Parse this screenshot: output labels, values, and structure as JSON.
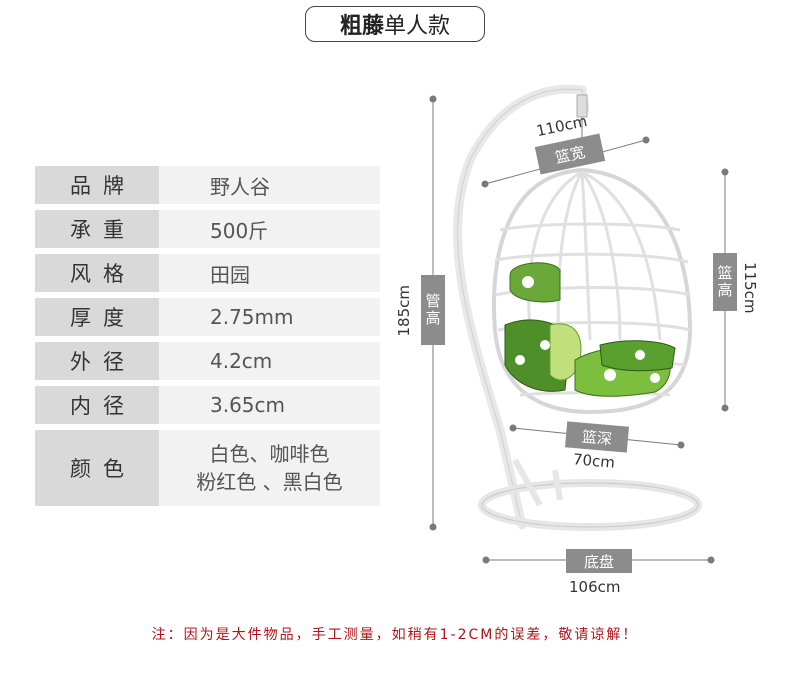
{
  "title": {
    "bold": "粗藤",
    "normal": "单人款"
  },
  "specs": [
    {
      "label": "品牌",
      "value": "野人谷"
    },
    {
      "label": "承重",
      "value": "500斤"
    },
    {
      "label": "风格",
      "value": "田园"
    },
    {
      "label": "厚度",
      "value": "2.75mm"
    },
    {
      "label": "外径",
      "value": "4.2cm"
    },
    {
      "label": "内径",
      "value": "3.65cm"
    },
    {
      "label": "颜色",
      "value_line1": "白色、咖啡色",
      "value_line2": "粉红色 、黑白色"
    }
  ],
  "dimensions": {
    "basket_width": {
      "label": "篮宽",
      "value": "110cm"
    },
    "pipe_height": {
      "label": "管高",
      "value": "185cm"
    },
    "basket_height": {
      "label": "篮高",
      "value": "115cm"
    },
    "basket_depth": {
      "label": "篮深",
      "value": "70cm"
    },
    "base": {
      "label": "底盘",
      "value": "106cm"
    }
  },
  "note": "注：因为是大件物品，手工测量，如稍有1-2CM的误差，敬请谅解！",
  "colors": {
    "label_bg": "#d9d9d9",
    "value_bg": "#f2f2f2",
    "dim_label_bg": "#8c8c8c",
    "note": "#b0141a"
  }
}
